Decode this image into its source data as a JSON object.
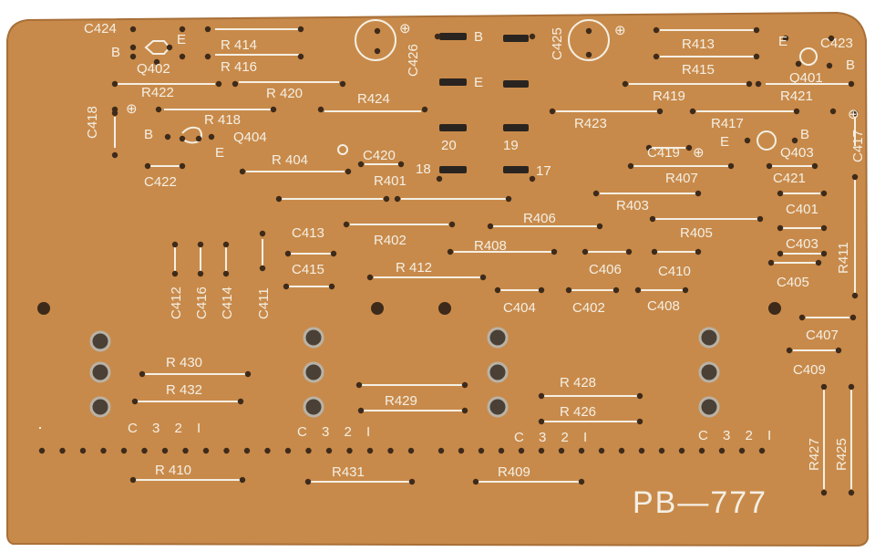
{
  "board": {
    "id_text": "PB—777",
    "colors": {
      "substrate": "#c88a4a",
      "silkscreen": "#f4efe4",
      "hole": "#3d2a1a",
      "pad": "#2a2420"
    }
  },
  "labels": {
    "C424": "C424",
    "C425": "C425",
    "C426": "C426",
    "C423": "C423",
    "R414": "R 414",
    "R416": "R 416",
    "R413": "R413",
    "R415": "R415",
    "Q402": "Q402",
    "Q401": "Q401",
    "Q404": "Q404",
    "Q403": "Q403",
    "R422": "R422",
    "R420": "R 420",
    "R424": "R424",
    "R419": "R419",
    "R421": "R421",
    "R418": "R 418",
    "R423": "R423",
    "R417": "R417",
    "C418": "C418",
    "C417": "C417",
    "C422": "C422",
    "C420": "C420",
    "C419": "C419",
    "R404": "R 404",
    "R401": "R401",
    "R407": "R407",
    "C421": "C421",
    "R403": "R403",
    "C401": "C401",
    "R406": "R406",
    "R405": "R405",
    "C413": "C413",
    "R402": "R402",
    "R408": "R408",
    "C403": "C403",
    "C415": "C415",
    "R412": "R 412",
    "C406": "C406",
    "C410": "C410",
    "R411": "R411",
    "C405": "C405",
    "C404": "C404",
    "C402": "C402",
    "C408": "C408",
    "C412": "C412",
    "C416": "C416",
    "C414": "C414",
    "C411": "C411",
    "C407": "C407",
    "C409": "C409",
    "R430": "R 430",
    "R432": "R 432",
    "R429": "R429",
    "R428": "R 428",
    "R426": "R 426",
    "R427": "R427",
    "R425": "R425",
    "R410": "R 410",
    "R431": "R431",
    "R409": "R409",
    "B": "B",
    "E": "E",
    "n20": "20",
    "n19": "19",
    "n18": "18",
    "n17": "17",
    "conn": "C 3 2 I",
    "plus": "⊕"
  }
}
